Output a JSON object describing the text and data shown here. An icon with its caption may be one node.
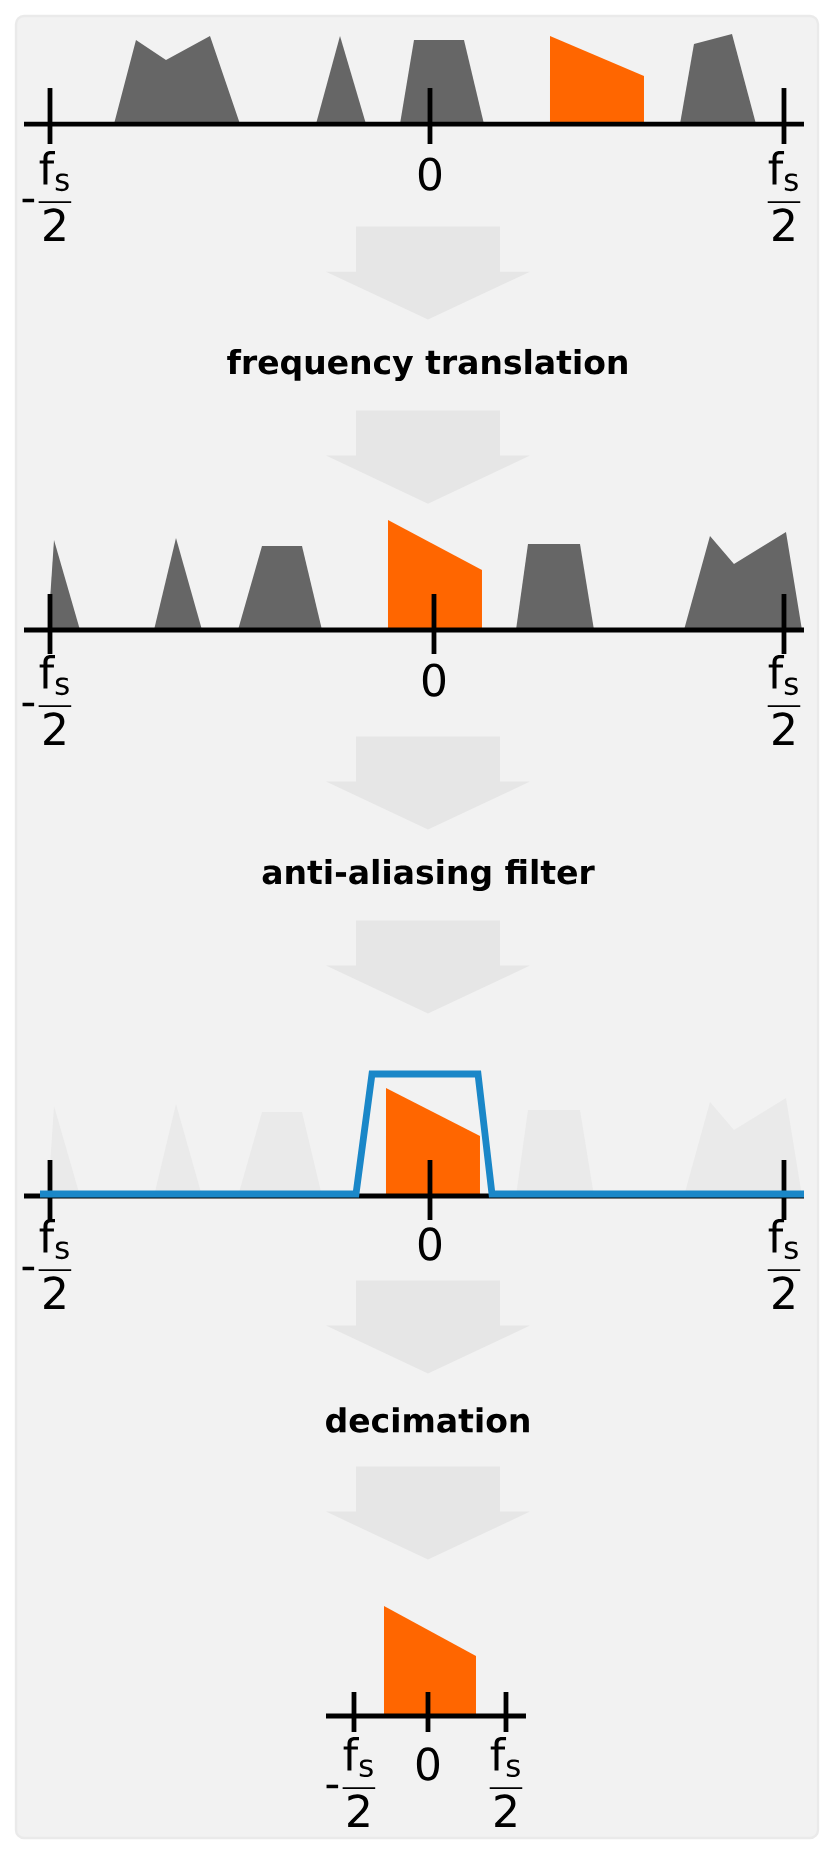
{
  "diagram": {
    "nodes": [
      {
        "text": [],
        "shape": "picture"
      },
      {
        "text": [
          "frequency translation"
        ]
      },
      {
        "text": [],
        "shape": "picture"
      },
      {
        "text": [
          "anti-aliasing filter"
        ]
      },
      {
        "text": [],
        "shape": "picture"
      },
      {
        "text": [
          "decimation"
        ]
      },
      {
        "text": [],
        "shape": "picture"
      }
    ],
    "edges": [
      {
        "from": 0,
        "to": 1,
        "arrow": "to"
      },
      {
        "from": 1,
        "to": 2,
        "arrow": "to"
      },
      {
        "from": 2,
        "to": 3,
        "arrow": "to"
      },
      {
        "from": 3,
        "to": 4,
        "arrow": "to"
      },
      {
        "from": 4,
        "to": 5,
        "arrow": "to"
      },
      {
        "from": 5,
        "to": 6,
        "arrow": "to"
      }
    ],
    "labels": [
      "\\text{-}\\frac{\\text{f}_\\text{s}}{\\text{2}}",
      "0",
      "\\frac{\\text{f}_\\text{s}}{\\text{2}}",
      "\\text{-}\\frac{\\text{f}_\\text{s}}{\\text{2}}",
      "0",
      "\\frac{\\text{f}_\\text{s}}{\\text{2}}",
      "\\text{-}\\frac{\\text{f}_\\text{s}}{\\text{2}}",
      "0",
      "\\frac{\\text{f}_\\text{s}}{\\text{2}}",
      "\\text{-}\\frac{\\text{f}_\\text{s}}{\\text{2}}",
      "0",
      "\\frac{\\text{f}_\\text{s}}{\\text{2}}"
    ]
  }
}
